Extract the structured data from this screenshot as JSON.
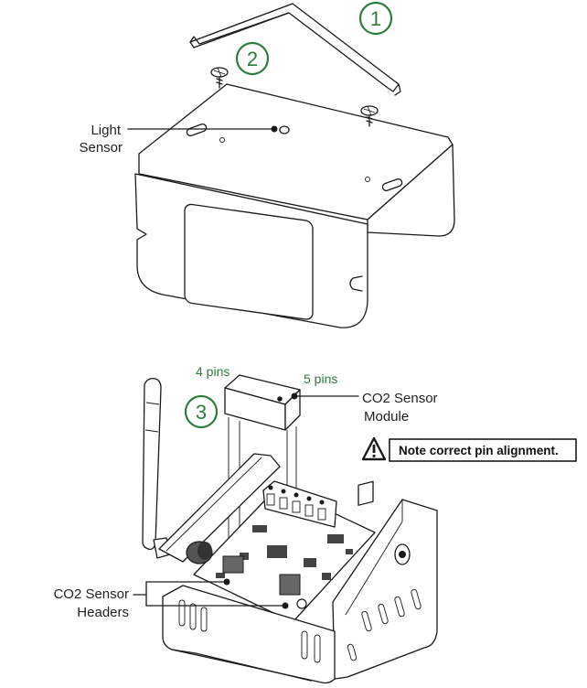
{
  "colors": {
    "accent_green": "#2e7d3a",
    "ink": "#1a1a1a"
  },
  "callouts": [
    {
      "number": "1"
    },
    {
      "number": "2"
    },
    {
      "number": "3"
    }
  ],
  "labels": {
    "light_sensor_line1": "Light",
    "light_sensor_line2": "Sensor",
    "co2_module_line1": "CO2 Sensor",
    "co2_module_line2": "Module",
    "co2_headers_line1": "CO2 Sensor",
    "co2_headers_line2": "Headers",
    "pins_left": "4 pins",
    "pins_right": "5 pins"
  },
  "warning": {
    "icon": "warning-triangle-icon",
    "text": "Note correct pin alignment."
  }
}
